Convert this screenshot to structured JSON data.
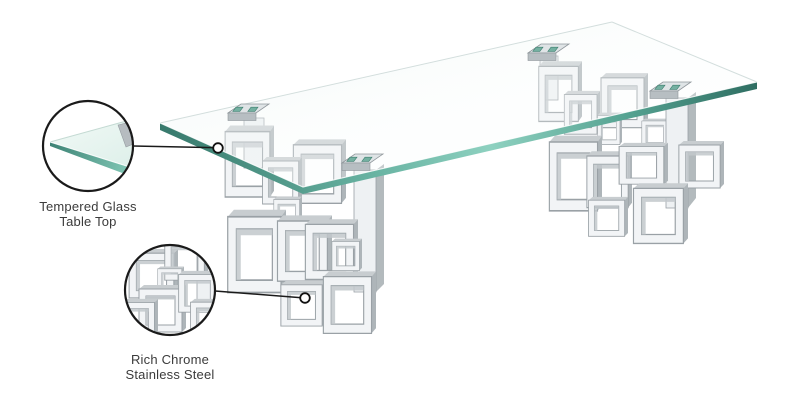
{
  "image": {
    "type": "annotated-product-diagram",
    "subject": "glass coffee table with chrome geometric legs",
    "background": "#ffffff",
    "callouts": {
      "glass": {
        "line1": "Tempered Glass",
        "line2": "Table Top"
      },
      "chrome": {
        "line1": "Rich Chrome",
        "line2": "Stainless Steel"
      }
    },
    "colors": {
      "glass_edge_teal": "#2f7568",
      "glass_edge_light": "#8ed1c0",
      "chrome_light": "#f2f4f6",
      "chrome_mid": "#c2c8cb",
      "chrome_dark": "#9aa1a6",
      "callout_line": "#1a1a1a",
      "label_text": "#3b3b3b",
      "bg": "#ffffff"
    }
  }
}
